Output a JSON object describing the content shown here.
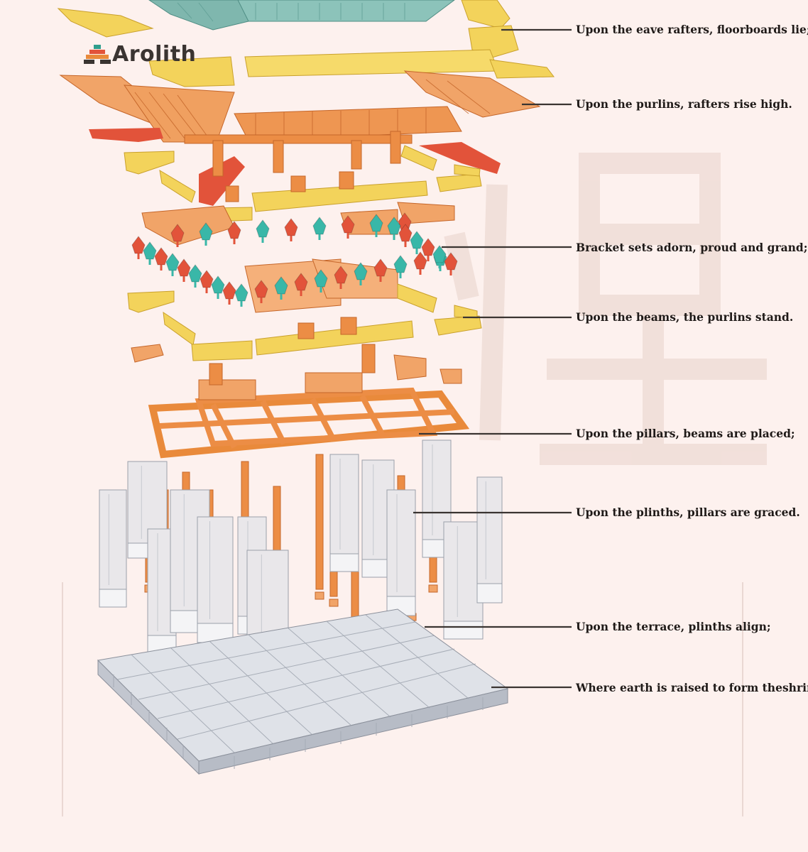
{
  "brand": {
    "name": "Arolith",
    "logo_icon": "stepped-block-logo"
  },
  "colors": {
    "background": "#fdf1ee",
    "roof_tile": "#7fb7ae",
    "yellow_purlin": "#f3d35b",
    "orange_timber": "#e98a3b",
    "red_bracket": "#e2533a",
    "teal_bracket": "#39b7a8",
    "pillar_white": "#e9e7ea",
    "terrace_grey": "#c9ccd3"
  },
  "layers": [
    {
      "id": "roof-tiles",
      "label": "Upon the eave rafters, floorboards lie;"
    },
    {
      "id": "rafters",
      "label": "Upon the purlins, rafters rise high."
    },
    {
      "id": "bracket-sets",
      "label": "Bracket sets adorn, proud and grand;"
    },
    {
      "id": "purlins",
      "label": "Upon the beams, the purlins stand."
    },
    {
      "id": "beams",
      "label": "Upon the pillars, beams are placed;"
    },
    {
      "id": "pillars",
      "label": "Upon the plinths, pillars are graced."
    },
    {
      "id": "plinths",
      "label": "Upon the terrace, plinths align;"
    },
    {
      "id": "terrace",
      "label": "Where earth is raised to form theshrine."
    }
  ]
}
